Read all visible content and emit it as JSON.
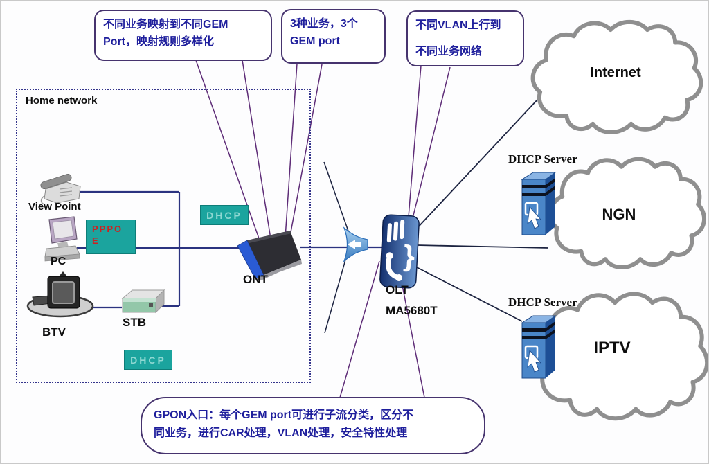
{
  "diagram_title": "GPON service mapping diagram",
  "callouts": {
    "c1": {
      "line1": "不同业务映射到不同GEM",
      "line2": "Port，映射规则多样化"
    },
    "c2": {
      "line1": "3种业务，3个",
      "line2": "GEM port"
    },
    "c3": {
      "line1": "不同VLAN上行到",
      "line2": "不同业务网络"
    },
    "bottom": {
      "line1": "GPON入口：每个GEM port可进行子流分类，区分不",
      "line2": "同业务，进行CAR处理，VLAN处理，安全特性处理"
    }
  },
  "home": {
    "title": "Home network",
    "labels": {
      "view_point": "View Point",
      "pc": "PC",
      "btv": "BTV",
      "stb": "STB"
    },
    "pppoe": {
      "line1": "PPPO",
      "line2": "E"
    },
    "dhcp_upper": "DHCP",
    "dhcp_lower": "DHCP"
  },
  "ont": {
    "label": "ONT"
  },
  "olt": {
    "label": "OLT",
    "model": "MA5680T"
  },
  "clouds": {
    "internet": "Internet",
    "ngn": "NGN",
    "iptv": "IPTV"
  },
  "servers": {
    "ngn": "DHCP Server",
    "iptv": "DHCP Server"
  },
  "colors": {
    "teal_box": "#1ba49e",
    "teal_text": "#8fd8d2",
    "pppoe_text": "#cc2222",
    "callout_text": "#1e1e9c",
    "callout_border": "#46336e",
    "pointer_line": "#5e2c77",
    "wire_navy": "#2b3380",
    "fan_line": "#1c2340",
    "cloud_border": "#8f8f8f",
    "server_blue": "#4a86c8",
    "dotted_border": "#34348c"
  }
}
